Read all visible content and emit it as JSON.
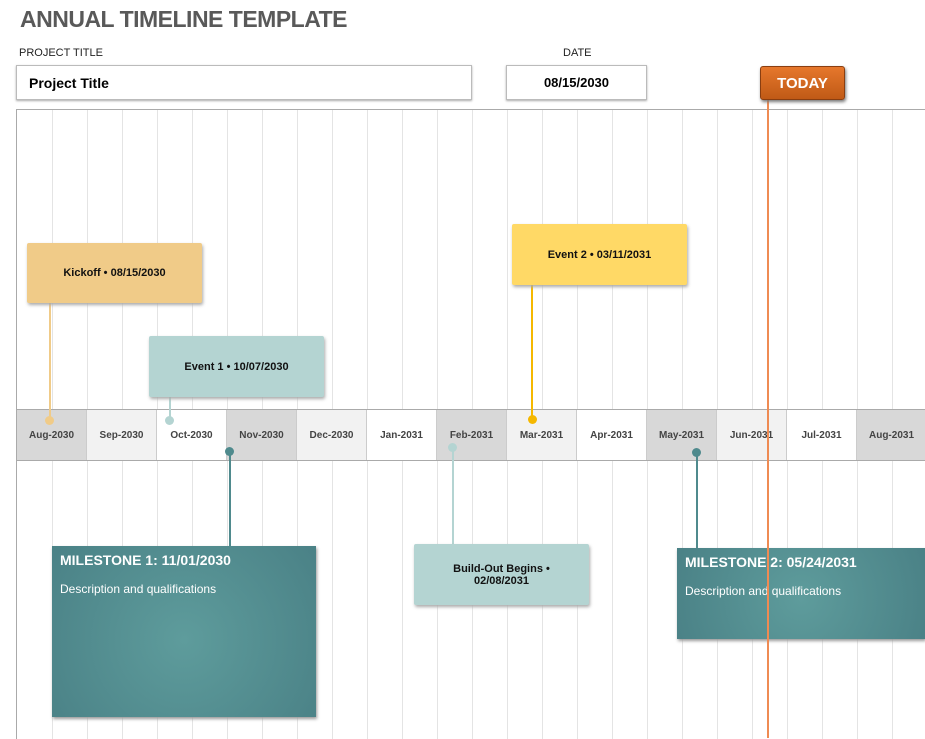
{
  "title": "ANNUAL TIMELINE TEMPLATE",
  "project_title_label": "PROJECT TITLE",
  "project_title_value": "Project Title",
  "date_label": "DATE",
  "date_value": "08/15/2030",
  "today_label": "TODAY",
  "months": [
    "Aug-2030",
    "Sep-2030",
    "Oct-2030",
    "Nov-2030",
    "Dec-2030",
    "Jan-2031",
    "Feb-2031",
    "Mar-2031",
    "Apr-2031",
    "May-2031",
    "Jun-2031",
    "Jul-2031",
    "Aug-2031"
  ],
  "events": [
    {
      "label": "Kickoff • 08/15/2030",
      "color": "#f0cb88"
    },
    {
      "label": "Event 1 • 10/07/2030",
      "color": "#b4d4d2"
    },
    {
      "label": "Event 2 • 03/11/2031",
      "color": "#ffd966"
    },
    {
      "label": "Build-Out Begins • 02/08/2031",
      "color": "#b4d4d2"
    }
  ],
  "milestones": [
    {
      "title": "MILESTONE 1: 11/01/2030",
      "description": "Description and qualifications"
    },
    {
      "title": "MILESTONE 2: 05/24/2031",
      "description": "Description and qualifications"
    }
  ],
  "colors": {
    "today": "#d2661f",
    "milestone": "#4f8a8d"
  }
}
